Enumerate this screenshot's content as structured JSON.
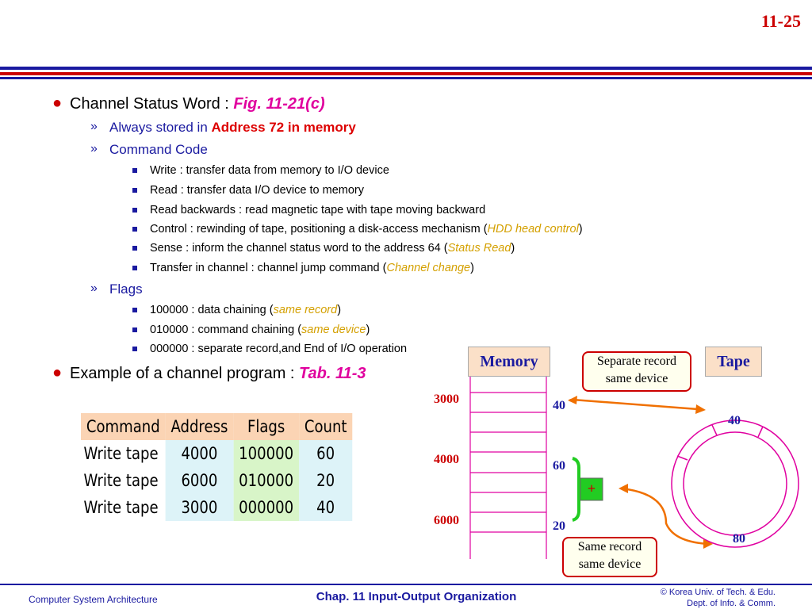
{
  "slide_number": "11-25",
  "bullets": {
    "b1": {
      "text": "Channel Status Word : ",
      "ref": "Fig. 11-21(c)"
    },
    "sub1": {
      "text": "Always stored in ",
      "strong": "Address 72 in memory"
    },
    "sub2": {
      "text": "Command Code"
    },
    "cmd_items": [
      {
        "text": "Write : transfer data from memory to I/O device"
      },
      {
        "text": "Read : transfer data I/O device to memory"
      },
      {
        "text": "Read backwards : read magnetic tape with tape moving backward"
      },
      {
        "pre": "Control : rewinding of tape, positioning a disk-access mechanism (",
        "em": "HDD head control",
        "post": ")"
      },
      {
        "pre": "Sense : inform the channel status word to the address 64 (",
        "em": "Status Read",
        "post": ")"
      },
      {
        "pre": "Transfer in channel : channel jump command (",
        "em": "Channel change",
        "post": ")"
      }
    ],
    "sub3": {
      "text": "Flags"
    },
    "flag_items": [
      {
        "pre": "100000 : data chaining (",
        "em": "same record",
        "post": ")"
      },
      {
        "pre": "010000 : command chaining (",
        "em": "same device",
        "post": ")"
      },
      {
        "text": "000000 : separate record,and End of I/O operation"
      }
    ],
    "b2": {
      "text": "Example of a channel program : ",
      "ref": "Tab. 11-3"
    }
  },
  "table": {
    "headers": [
      "Command",
      "Address",
      "Flags",
      "Count"
    ],
    "rows": [
      [
        "Write tape",
        "4000",
        "100000",
        "60"
      ],
      [
        "Write tape",
        "6000",
        "010000",
        "20"
      ],
      [
        "Write tape",
        "3000",
        "000000",
        "40"
      ]
    ]
  },
  "diagram": {
    "memory_label": "Memory",
    "tape_label": "Tape",
    "addresses": [
      "3000",
      "4000",
      "6000"
    ],
    "counts": [
      "40",
      "60",
      "20"
    ],
    "plus": "+",
    "callout_top": {
      "line1": "Separate record",
      "line2": "same device"
    },
    "callout_bottom": {
      "line1": "Same record",
      "line2": "same device"
    },
    "tape_marks": [
      "40",
      "80"
    ]
  },
  "footer": {
    "left": "Computer System Architecture",
    "center": "Chap. 11  Input-Output Organization",
    "right_line1": "© Korea Univ. of Tech. & Edu.",
    "right_line2": "Dept. of Info. & Comm."
  }
}
